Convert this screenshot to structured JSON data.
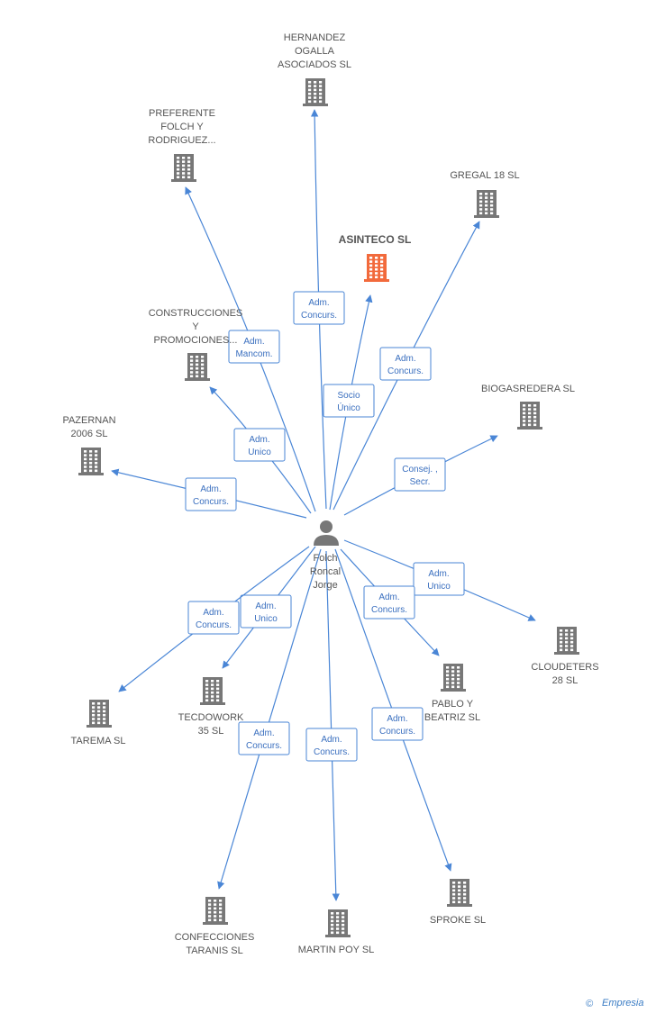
{
  "colors": {
    "edge": "#4a86d6",
    "node": "#777777",
    "main_node": "#f26a3c",
    "text": "#555555"
  },
  "center": {
    "name_lines": [
      "Folch",
      "Roncal",
      "Jorge"
    ],
    "icon": "person-icon"
  },
  "nodes": [
    {
      "id": "hernandez",
      "label_lines": [
        "HERNANDEZ",
        "OGALLA",
        "ASOCIADOS SL"
      ],
      "main": false
    },
    {
      "id": "preferente",
      "label_lines": [
        "PREFERENTE",
        "FOLCH Y",
        "RODRIGUEZ..."
      ],
      "main": false
    },
    {
      "id": "gregal",
      "label_lines": [
        "GREGAL 18 SL"
      ],
      "main": false
    },
    {
      "id": "asinteco",
      "label_lines": [
        "ASINTECO SL"
      ],
      "main": true
    },
    {
      "id": "construcciones",
      "label_lines": [
        "CONSTRUCCIONES",
        "Y",
        "PROMOCIONES..."
      ],
      "main": false
    },
    {
      "id": "biogasredera",
      "label_lines": [
        "BIOGASREDERA SL"
      ],
      "main": false
    },
    {
      "id": "pazernan",
      "label_lines": [
        "PAZERNAN",
        "2006 SL"
      ],
      "main": false
    },
    {
      "id": "cloudeters",
      "label_lines": [
        "CLOUDETERS",
        "28 SL"
      ],
      "main": false
    },
    {
      "id": "pablo",
      "label_lines": [
        "PABLO Y",
        "BEATRIZ SL"
      ],
      "main": false
    },
    {
      "id": "tecdowork",
      "label_lines": [
        "TECDOWORK",
        "35 SL"
      ],
      "main": false
    },
    {
      "id": "tarema",
      "label_lines": [
        "TAREMA SL"
      ],
      "main": false
    },
    {
      "id": "confecciones",
      "label_lines": [
        "CONFECCIONES",
        "TARANIS SL"
      ],
      "main": false
    },
    {
      "id": "martinpoy",
      "label_lines": [
        "MARTIN POY SL"
      ],
      "main": false
    },
    {
      "id": "sproke",
      "label_lines": [
        "SPROKE SL"
      ],
      "main": false
    }
  ],
  "edges": [
    {
      "to": "hernandez",
      "label_lines": [
        "Adm.",
        "Concurs."
      ]
    },
    {
      "to": "preferente",
      "label_lines": [
        "Adm.",
        "Mancom."
      ]
    },
    {
      "to": "gregal",
      "label_lines": [
        "Adm.",
        "Concurs."
      ]
    },
    {
      "to": "asinteco",
      "label_lines": [
        "Socio",
        "Único"
      ]
    },
    {
      "to": "construcciones",
      "label_lines": [
        "Adm.",
        "Unico"
      ]
    },
    {
      "to": "biogasredera",
      "label_lines": [
        "Consej. ,",
        "Secr."
      ]
    },
    {
      "to": "pazernan",
      "label_lines": [
        "Adm.",
        "Concurs."
      ]
    },
    {
      "to": "cloudeters",
      "label_lines": [
        "Adm.",
        "Unico"
      ]
    },
    {
      "to": "pablo",
      "label_lines": [
        "Adm.",
        "Concurs."
      ]
    },
    {
      "to": "tecdowork",
      "label_lines": [
        "Adm.",
        "Unico"
      ]
    },
    {
      "to": "tarema",
      "label_lines": [
        "Adm.",
        "Concurs."
      ]
    },
    {
      "to": "confecciones",
      "label_lines": [
        "Adm.",
        "Concurs."
      ]
    },
    {
      "to": "martinpoy",
      "label_lines": [
        "Adm.",
        "Concurs."
      ]
    },
    {
      "to": "sproke",
      "label_lines": [
        "Adm.",
        "Concurs."
      ]
    }
  ],
  "footer": {
    "copyright_symbol": "©",
    "brand": "Empresia"
  }
}
